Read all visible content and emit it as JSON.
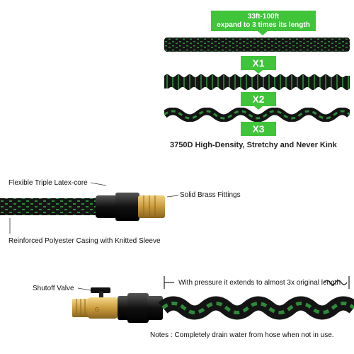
{
  "banner": {
    "length": "33ft-100ft",
    "subtitle": "expand to 3 times its length"
  },
  "multipliers": [
    "X1",
    "X2",
    "X3"
  ],
  "headline": "3750D High-Density, Stretchy and Never Kink",
  "callouts": {
    "core": "Flexible Triple Latex-core",
    "fittings": "Solid Brass Fittings",
    "casing": "Reinforced Polyester Casing with Knitted Sleeve",
    "valve": "Shutoff Valve",
    "pressure": "With pressure it extends to almost 3x original length",
    "note": "Notes : Completely drain water from hose when not in use."
  },
  "colors": {
    "accent_green": "#3fc43a",
    "hose_black": "#141414",
    "hose_green": "#2e8a3a",
    "brass": "#d4a64a"
  }
}
